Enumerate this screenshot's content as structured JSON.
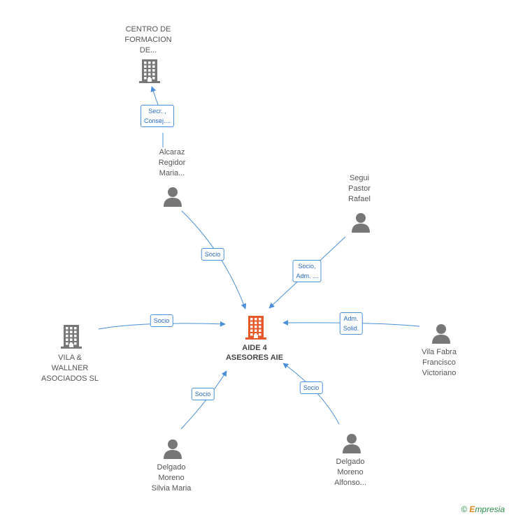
{
  "center": {
    "lines": [
      "AIDE 4",
      "ASESORES AIE"
    ],
    "color": "#e8592a"
  },
  "nodes": [
    {
      "id": "centro",
      "type": "company",
      "lines": [
        "CENTRO DE",
        "FORMACION",
        "DE..."
      ]
    },
    {
      "id": "alcaraz",
      "type": "person",
      "lines": [
        "Alcaraz",
        "Regidor",
        "Maria..."
      ]
    },
    {
      "id": "segui",
      "type": "person",
      "lines": [
        "Segui",
        "Pastor",
        "Rafael"
      ]
    },
    {
      "id": "vila_wallner",
      "type": "company",
      "lines": [
        "VILA &",
        "WALLNER",
        "ASOCIADOS  SL"
      ]
    },
    {
      "id": "vila_fabra",
      "type": "person",
      "lines": [
        "Vila Fabra",
        "Francisco",
        "Victoriano"
      ]
    },
    {
      "id": "delgado_silvia",
      "type": "person",
      "lines": [
        "Delgado",
        "Moreno",
        "Silvia Maria"
      ]
    },
    {
      "id": "delgado_alfonso",
      "type": "person",
      "lines": [
        "Delgado",
        "Moreno",
        "Alfonso..."
      ]
    }
  ],
  "edges": [
    {
      "from": "alcaraz",
      "to": "centro",
      "lines": [
        "Secr. ,",
        "Consej...."
      ]
    },
    {
      "from": "alcaraz",
      "to": "center",
      "lines": [
        "Socio"
      ]
    },
    {
      "from": "segui",
      "to": "center",
      "lines": [
        "Socio,",
        "Adm. ..."
      ]
    },
    {
      "from": "vila_wallner",
      "to": "center",
      "lines": [
        "Socio"
      ]
    },
    {
      "from": "vila_fabra",
      "to": "center",
      "lines": [
        "Adm.",
        "Solid."
      ]
    },
    {
      "from": "delgado_silvia",
      "to": "center",
      "lines": [
        "Socio"
      ]
    },
    {
      "from": "delgado_alfonso",
      "to": "center",
      "lines": [
        "Socio"
      ]
    }
  ],
  "colors": {
    "edge": "#4a8fd8",
    "icon": "#777777",
    "label_text": "#2a6bbf"
  },
  "brand": {
    "copyright": "©",
    "initial": "E",
    "rest": "mpresia"
  }
}
